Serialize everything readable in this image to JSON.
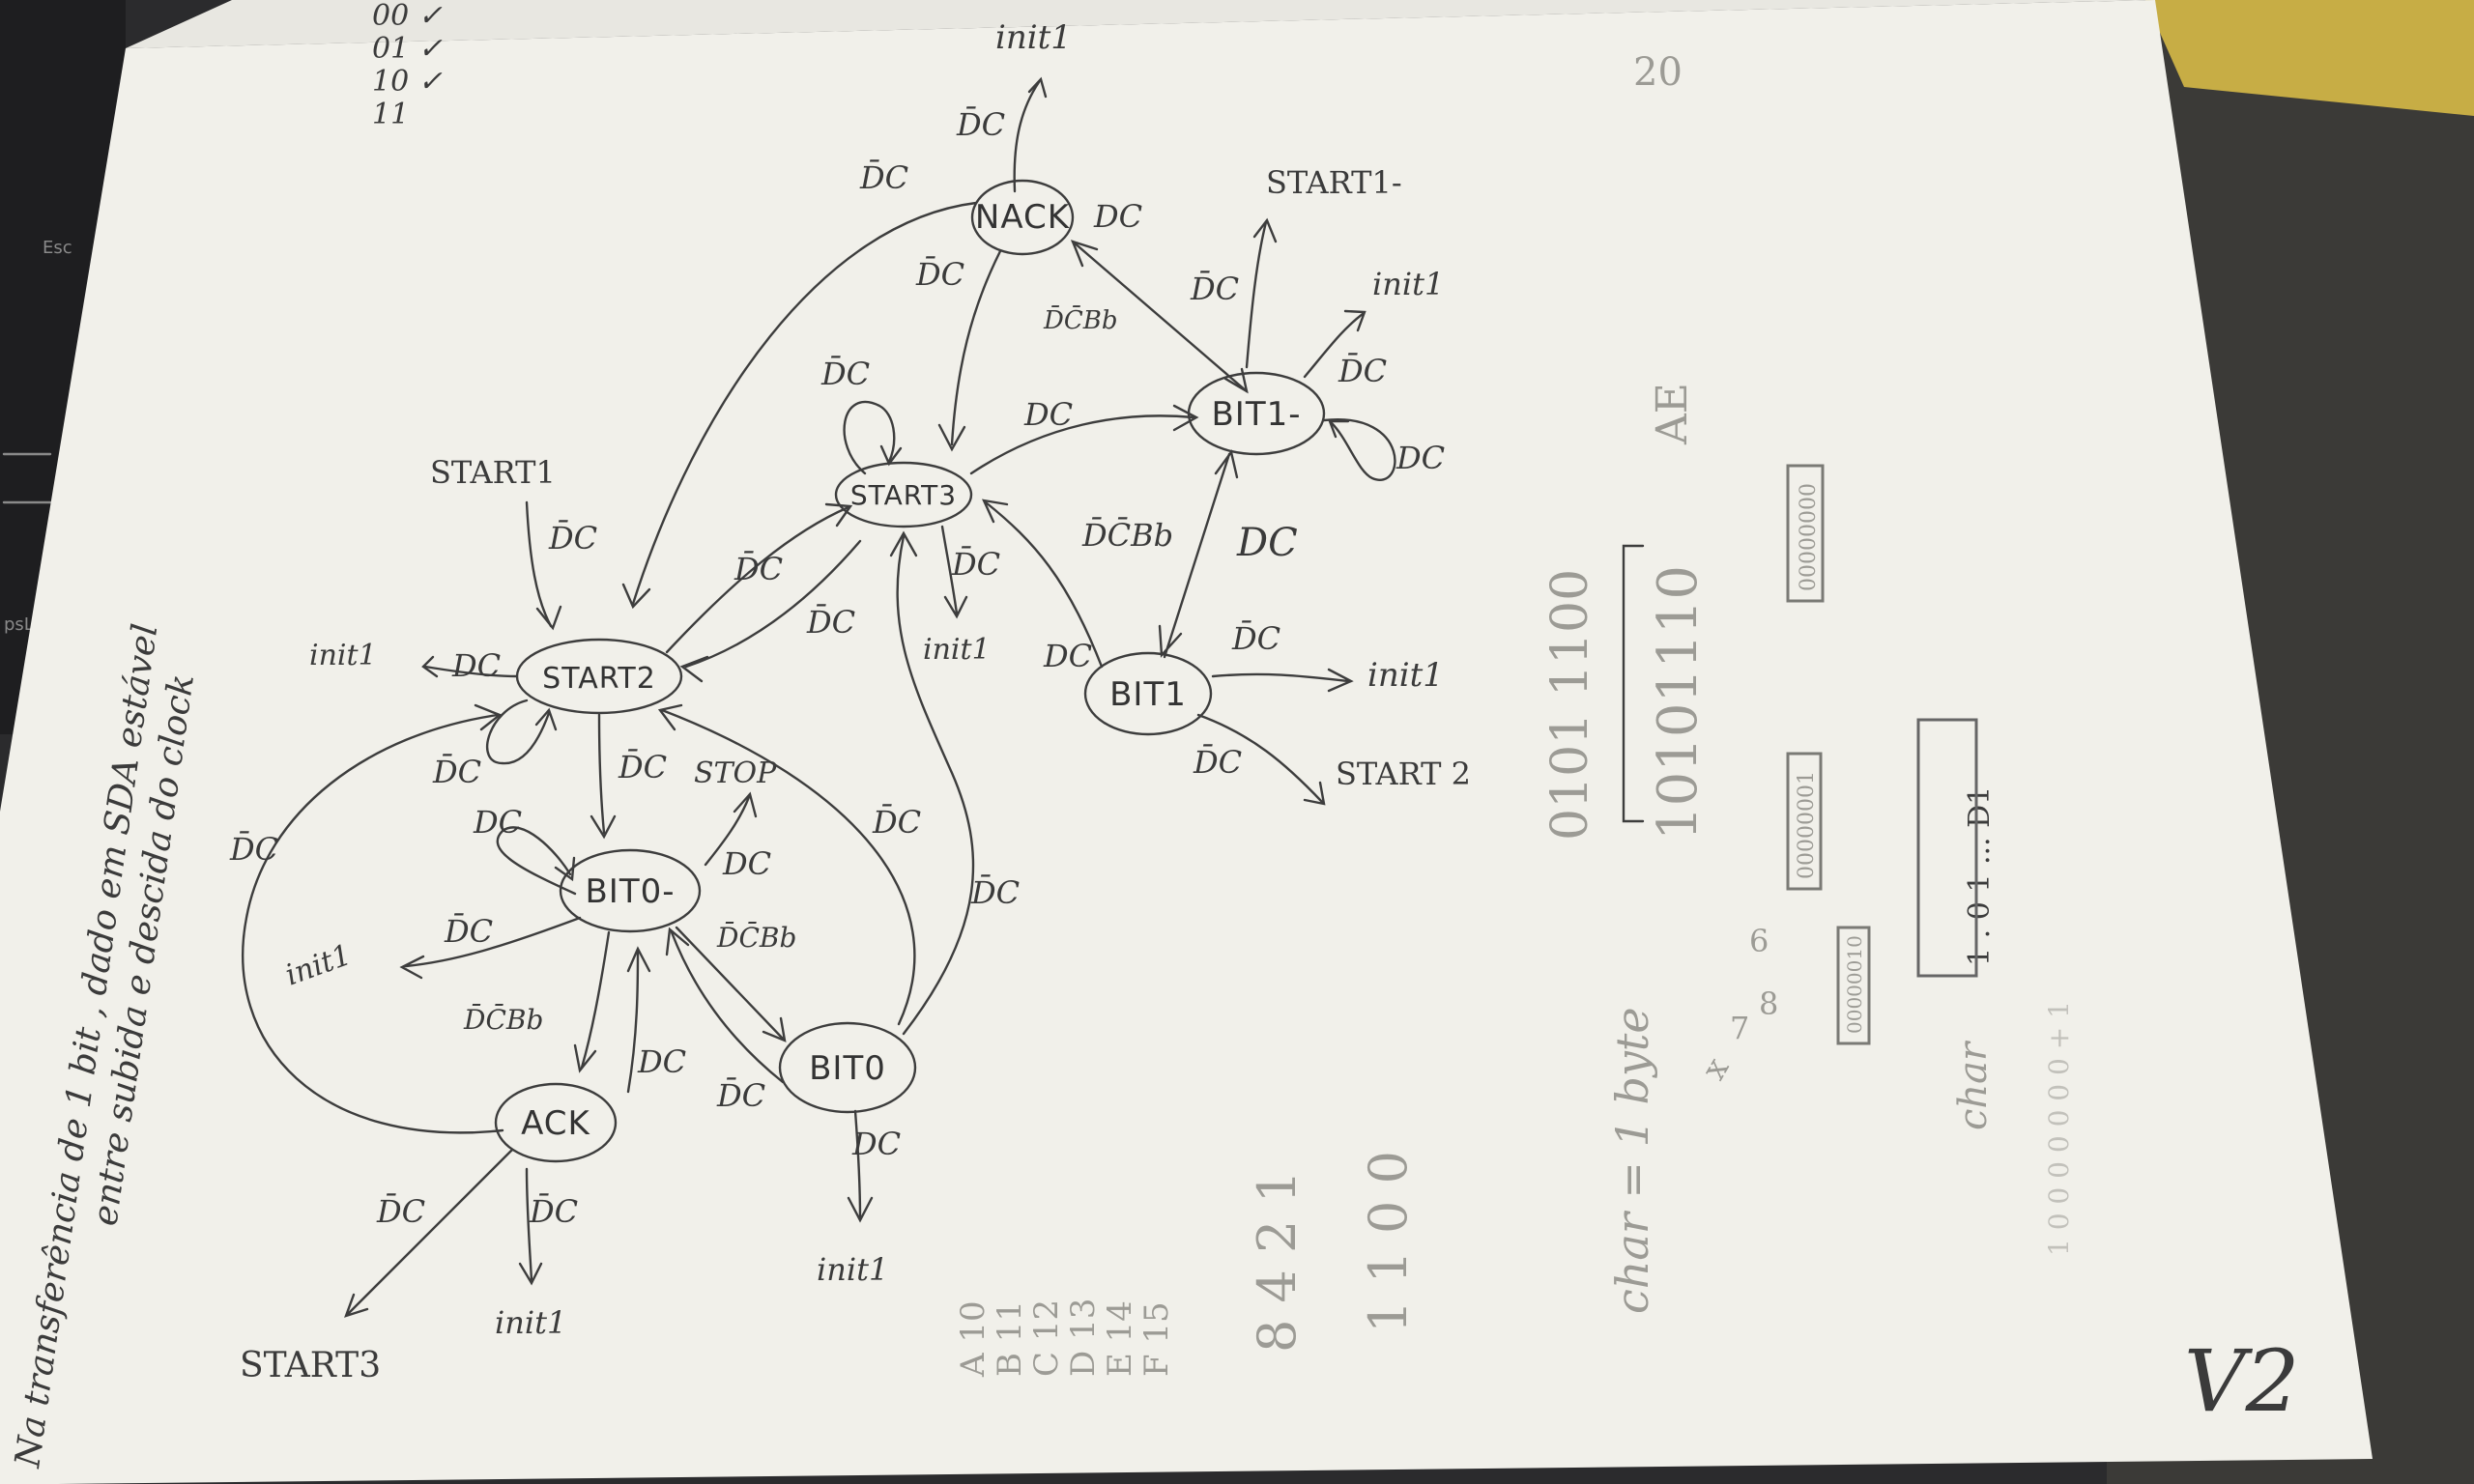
{
  "keyboard": {
    "esc": "Esc",
    "caps": "psL"
  },
  "colors": {
    "ink": "#3d3d3d",
    "paper": "#f4f3ee",
    "wood": "#c9b24a",
    "desk": "#2c2c2e"
  },
  "diagram": {
    "nodes": [
      {
        "id": "NACK",
        "label": "NACK"
      },
      {
        "id": "BIT1-",
        "label": "BIT1-"
      },
      {
        "id": "START3",
        "label": "START3"
      },
      {
        "id": "START2",
        "label": "START2"
      },
      {
        "id": "BIT1",
        "label": "BIT1"
      },
      {
        "id": "BIT0-",
        "label": "BIT0-"
      },
      {
        "id": "BIT0",
        "label": "BIT0"
      },
      {
        "id": "ACK",
        "label": "ACK"
      }
    ],
    "edge_labels": [
      "D̄C",
      "D̄C",
      "DC",
      "D̄C",
      "D̄C̄Bb",
      "D̄C",
      "DC",
      "DC",
      "D̄C",
      "D̄C",
      "D̄C",
      "D̄C̄Bb",
      "DC",
      "D̄C",
      "D̄C",
      "DC",
      "D̄C",
      "D̄C",
      "D̄C",
      "DC",
      "D̄C",
      "D̄C",
      "D̄C",
      "DC",
      "D̄C",
      "D̄C̄Bb",
      "D̄C̄Bb",
      "DC",
      "D̄C",
      "DC",
      "D̄C",
      "DC",
      "D̄C",
      "D̄C",
      "D̄C"
    ],
    "terminals": {
      "init1_top": "init1",
      "start1_minus": "START1-",
      "init1_bit1m": "init1",
      "start1": "START1",
      "init1_start2": "init1",
      "init1_start3": "init1",
      "init1_bit1": "init1",
      "start2": "START 2",
      "stop": "STOP",
      "init1_bit0m": "init1",
      "init1_bit0": "init1",
      "start3": "START3",
      "init1_ack": "init1"
    }
  },
  "notes": {
    "margin_line1": "Na transferência de 1 bit , dado em SDA estável",
    "margin_line2": "entre subida e descida do clock",
    "topleft": [
      "00 ✓",
      "01 ✓",
      "10 ✓",
      "11"
    ],
    "topright": "20",
    "hex_col": [
      "A 10",
      "B 11",
      "C 12",
      "D 13",
      "E 14",
      "F 15"
    ],
    "weights": "8 4 2 1",
    "weights2": "1 1 0 0",
    "nibbles": "0101  1100",
    "binary_row": "10101110",
    "hex_ae": "AE",
    "char_byte": "char = 1 byte",
    "bits_boxes": [
      "00000000",
      "00000001",
      "00000010"
    ],
    "small_misc": [
      "x",
      "6",
      "7",
      "8",
      "char",
      "1 . 0 1 ... D1",
      "1 0 0 0 0 0 0 0 + 1"
    ],
    "version": "V2"
  }
}
